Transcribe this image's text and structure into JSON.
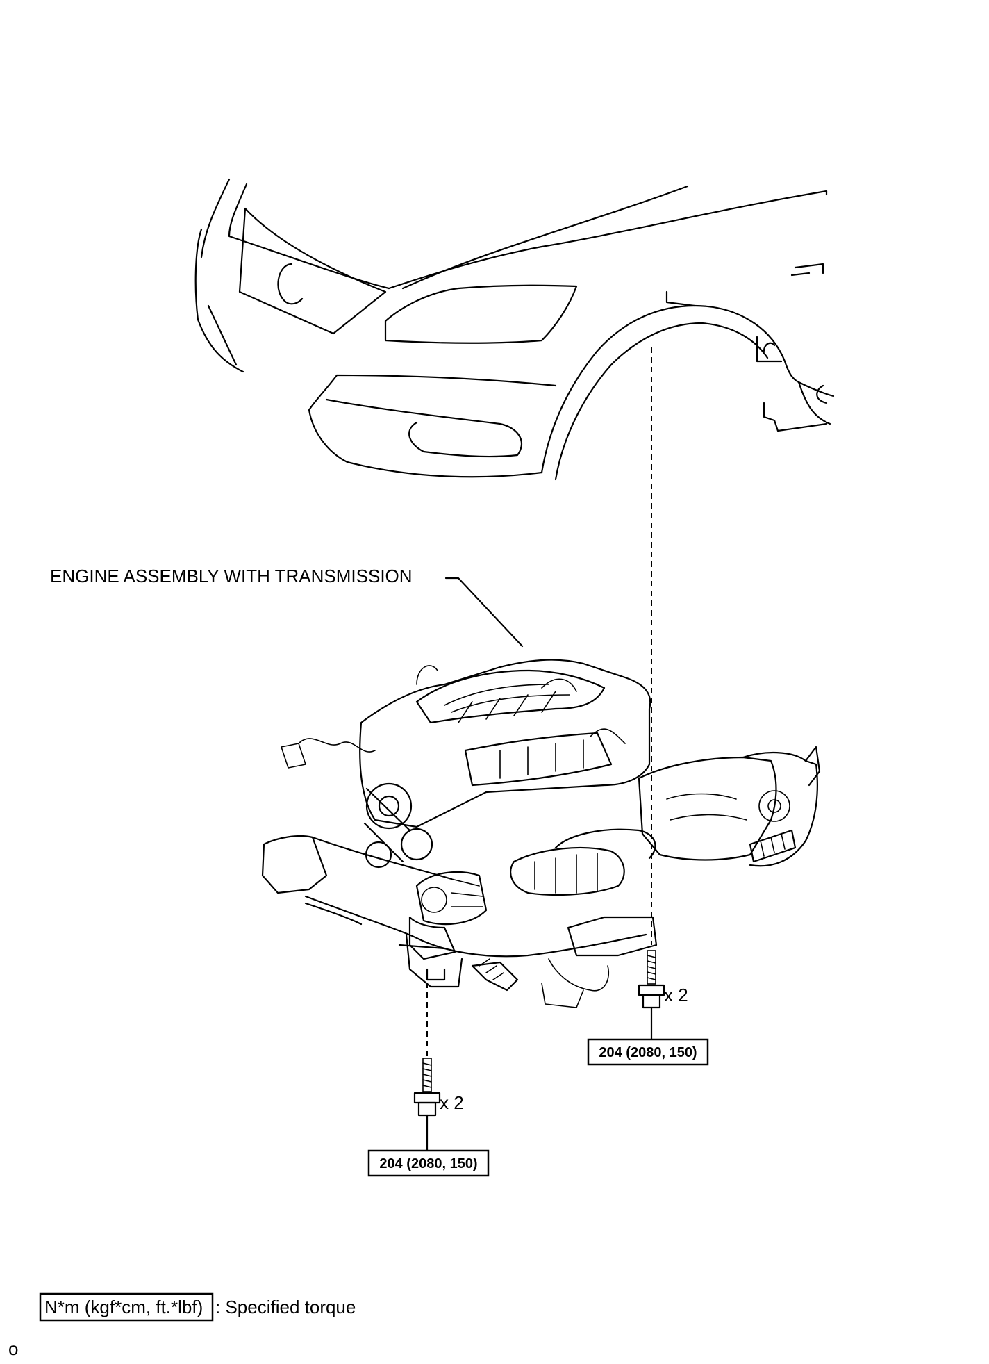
{
  "labels": {
    "engine_assembly": "ENGINE ASSEMBLY WITH TRANSMISSION",
    "qty_right": "x 2",
    "qty_left": "x 2",
    "torque_right": "204 (2080, 150)",
    "torque_left": "204 (2080, 150)"
  },
  "legend": {
    "box_text": "N*m (kgf*cm, ft.*lbf)",
    "description": ": Specified torque"
  },
  "footer": {
    "page_mark": "o"
  }
}
